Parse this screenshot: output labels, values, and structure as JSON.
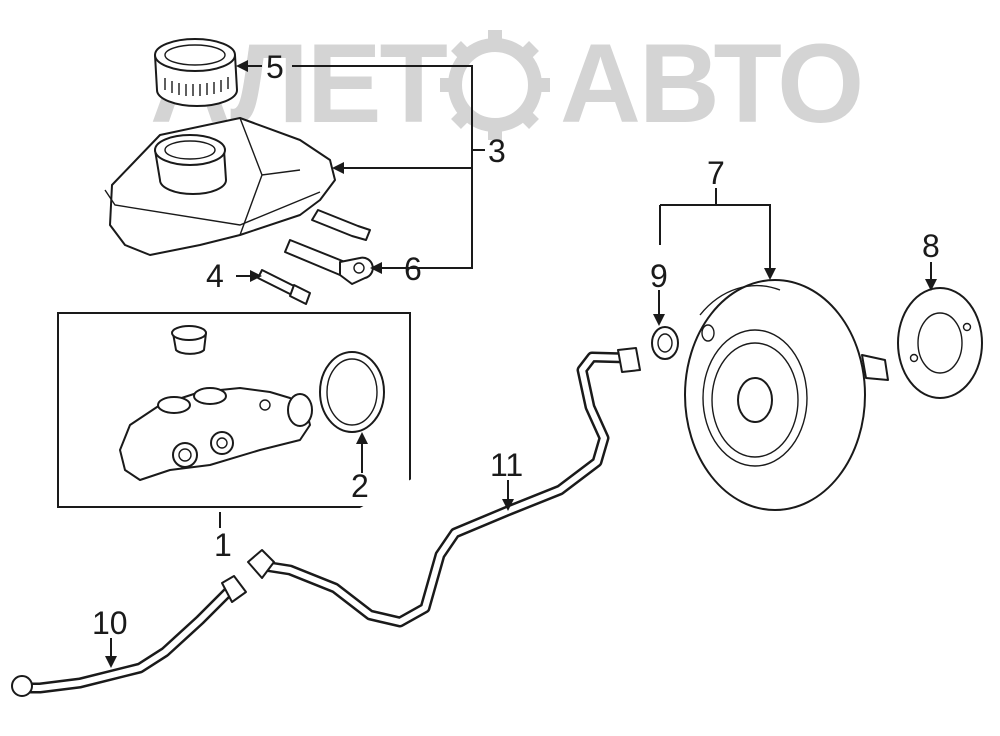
{
  "watermark": {
    "text": "АЛЕТО АВТО",
    "left_text": "АЛЕТ",
    "right_text": "АВТО",
    "color": "#d4d4d4"
  },
  "callouts": {
    "c1": "1",
    "c2": "2",
    "c3": "3",
    "c4": "4",
    "c5": "5",
    "c6": "6",
    "c7": "7",
    "c8": "8",
    "c9": "9",
    "c10": "10",
    "c11": "11"
  },
  "colors": {
    "line": "#1a1a1a",
    "background": "#ffffff"
  }
}
